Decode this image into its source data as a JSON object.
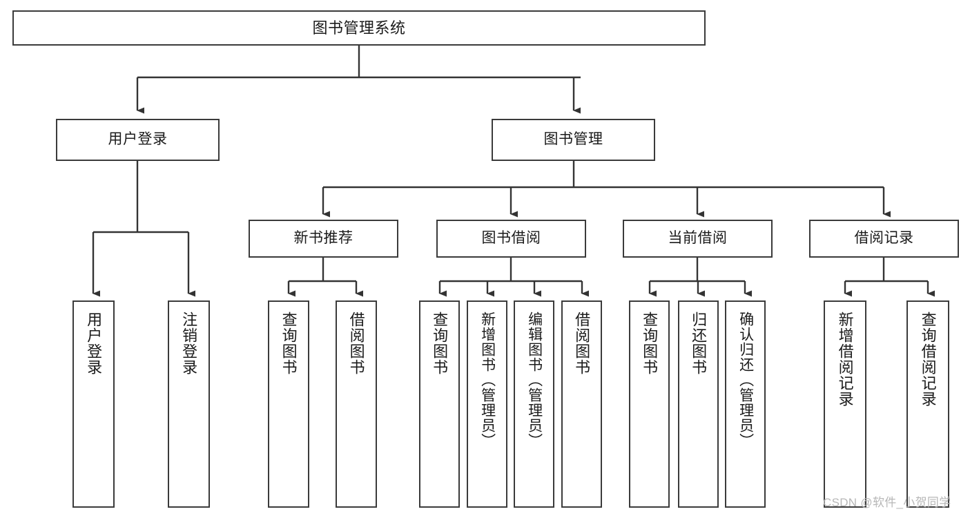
{
  "diagram": {
    "title": "图书管理系统",
    "type": "tree-hierarchy-chart",
    "orientation": "top-down",
    "colors": {
      "box_border": "#3a3a3a",
      "box_fill": "#ffffff",
      "connector": "#333333",
      "text": "#1a1a1a",
      "watermark": "#b7b7b7"
    },
    "root": {
      "label": "图书管理系统"
    },
    "level1": [
      {
        "label": "用户登录"
      },
      {
        "label": "图书管理"
      }
    ],
    "level2": [
      {
        "label": "新书推荐"
      },
      {
        "label": "图书借阅"
      },
      {
        "label": "当前借阅"
      },
      {
        "label": "借阅记录"
      }
    ],
    "leaves": {
      "user_login": [
        {
          "label": "用户登录"
        },
        {
          "label": "注销登录"
        }
      ],
      "new_book_recommend": [
        {
          "label": "查询图书"
        },
        {
          "label": "借阅图书"
        }
      ],
      "book_borrow": [
        {
          "label": "查询图书"
        },
        {
          "label": "新增图书（管理员）"
        },
        {
          "label": "编辑图书（管理员）"
        },
        {
          "label": "借阅图书"
        }
      ],
      "current_borrow": [
        {
          "label": "查询图书"
        },
        {
          "label": "归还图书"
        },
        {
          "label": "确认归还（管理员）"
        }
      ],
      "borrow_record": [
        {
          "label": "新增借阅记录"
        },
        {
          "label": "查询借阅记录"
        }
      ]
    }
  },
  "watermark": {
    "text": "CSDN @软件_小贺同学"
  }
}
